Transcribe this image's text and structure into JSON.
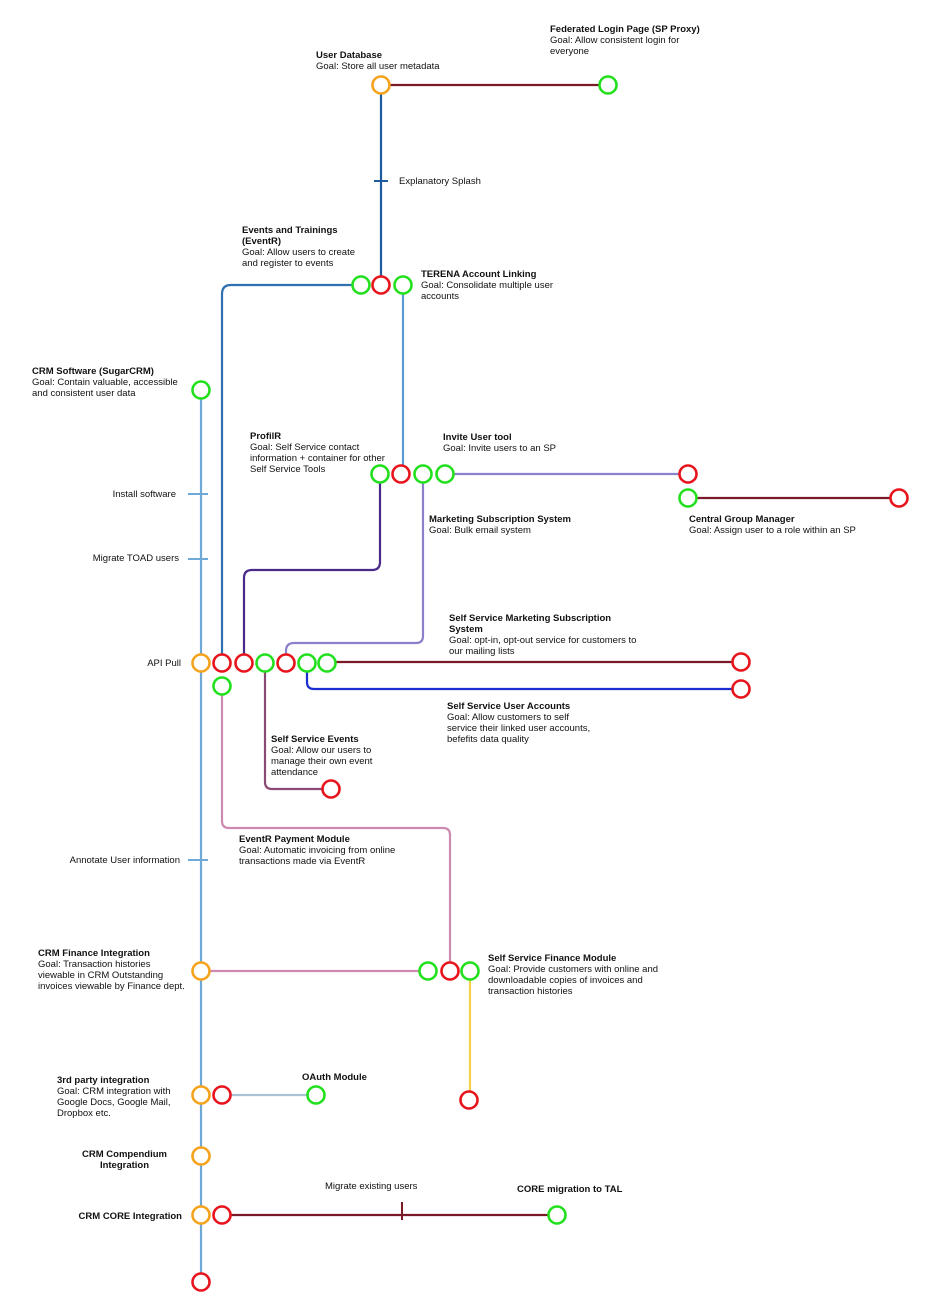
{
  "colors": {
    "station_complete": "#22e01e",
    "station_open": "#e8141c",
    "station_hub": "#f5a21c",
    "crm_line": "#6ea9d8",
    "maroon_line": "#7a1a26",
    "navy_line": "#1e5a9e",
    "steel_line": "#2f70b0",
    "light_blue_line": "#5b9bd5",
    "purple_line": "#4a2a88",
    "lavender_line": "#8a80cc",
    "plum_line": "#8a4a74",
    "deep_blue_line": "#1a2ed0",
    "pink_line": "#cc8aae",
    "yellow_line": "#f4cf4c",
    "gray_blue_line": "#a9c3d4"
  },
  "projects": [
    {
      "title": "User Database",
      "goal": "Goal: Store all user metadata"
    },
    {
      "title": "Federated Login Page (SP Proxy)",
      "goal": "Goal: Allow consistent login for everyone"
    },
    {
      "title": "Events and Trainings (EventR)",
      "goal": "Goal: Allow users to create and register to events"
    },
    {
      "title": "TERENA Account Linking",
      "goal": "Goal: Consolidate multiple user accounts"
    },
    {
      "title": "CRM Software (SugarCRM)",
      "goal": "Goal: Contain valuable, accessible and consistent user data"
    },
    {
      "title": "ProfilR",
      "goal": "Goal: Self Service contact information + container for other Self Service Tools"
    },
    {
      "title": "Invite User tool",
      "goal": "Goal: Invite users to an SP"
    },
    {
      "title": "Marketing Subscription System",
      "goal": "Goal: Bulk email system"
    },
    {
      "title": "Central Group Manager",
      "goal": "Goal: Assign user to a role within an SP"
    },
    {
      "title": "Self Service Marketing Subscription System",
      "goal": "Goal: opt-in, opt-out service for customers to our mailing lists"
    },
    {
      "title": "Self Service User Accounts",
      "goal": "Goal: Allow customers to self service their linked user accounts, befefits data quality"
    },
    {
      "title": "Self Service Events",
      "goal": "Goal: Allow our users to manage their own event attendance"
    },
    {
      "title": "EventR Payment Module",
      "goal": "Goal: Automatic invoicing from online transactions made via EventR"
    },
    {
      "title": "CRM Finance Integration",
      "goal": "Goal: Transaction histories viewable in CRM Outstanding invoices viewable by Finance dept."
    },
    {
      "title": "Self Service Finance Module",
      "goal": "Goal: Provide customers with online and downloadable copies of invoices and transaction histories"
    },
    {
      "title": "3rd party integration",
      "goal": "Goal: CRM integration with Google Docs, Google Mail, Dropbox etc."
    },
    {
      "title": "OAuth Module",
      "goal": ""
    },
    {
      "title": "CRM Compendium Integration",
      "goal": ""
    },
    {
      "title": "CRM CORE Integration",
      "goal": ""
    },
    {
      "title": "CORE migration to TAL",
      "goal": ""
    }
  ],
  "milestones": [
    "Explanatory Splash",
    "Install software",
    "Migrate TOAD users",
    "API Pull",
    "Annotate User information",
    "Migrate existing users"
  ]
}
